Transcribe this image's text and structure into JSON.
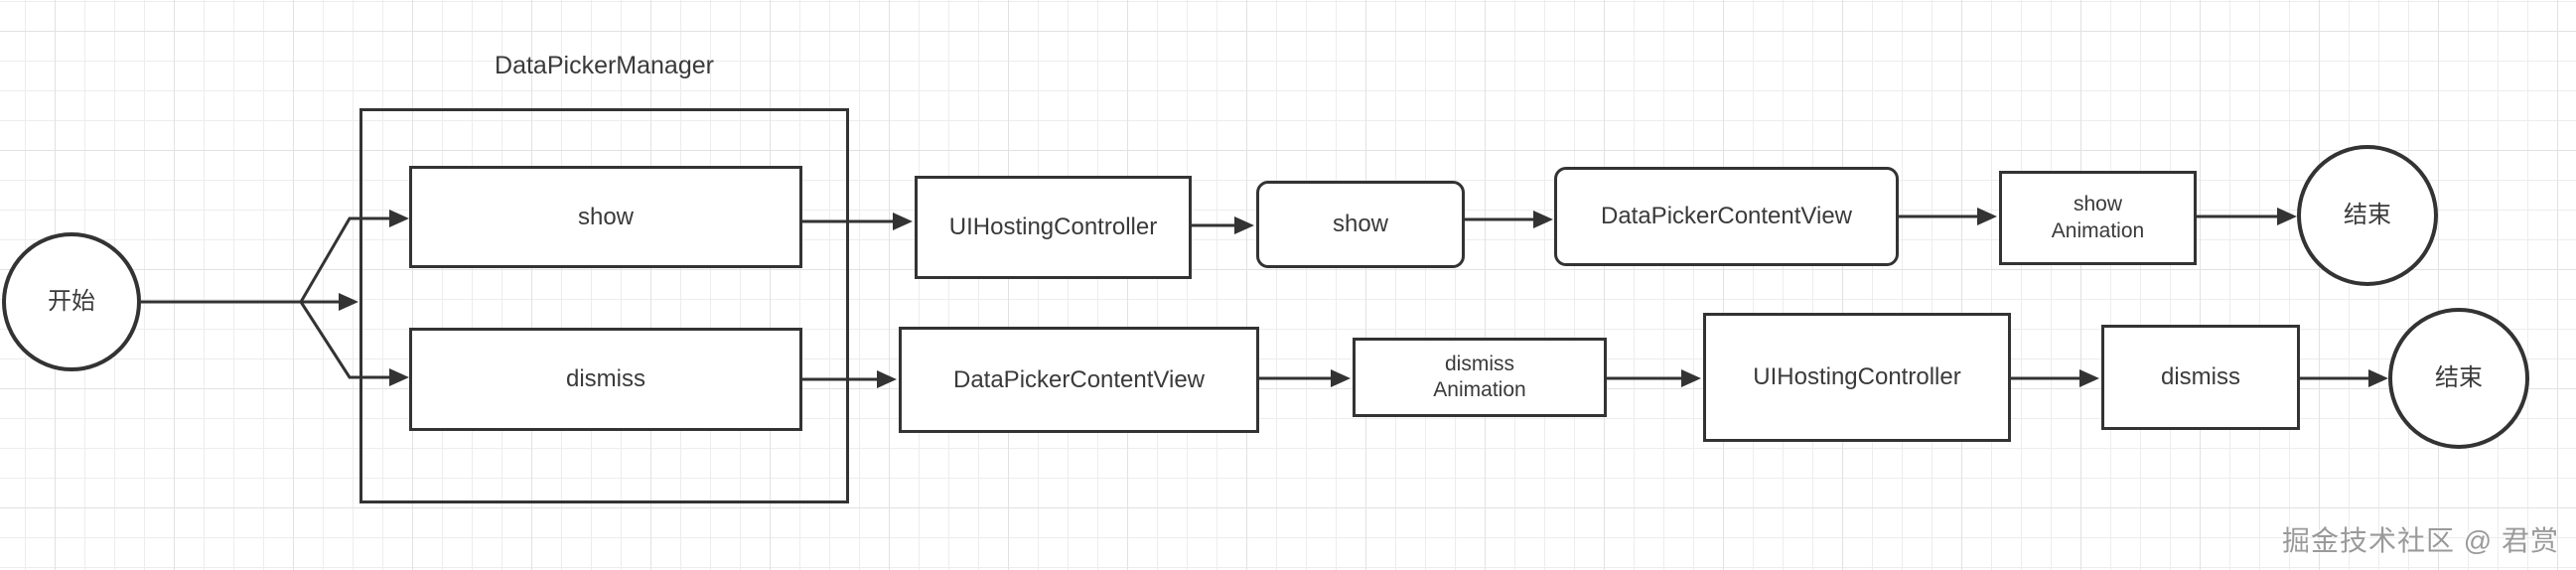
{
  "container": {
    "title": "DataPickerManager"
  },
  "nodes": {
    "start": "开始",
    "show_method": "show",
    "dismiss_method": "dismiss",
    "uihosting_top": "UIHostingController",
    "show_call": "show",
    "contentview_top": "DataPickerContentView",
    "show_animation": "show\nAnimation",
    "end_top": "结束",
    "contentview_bottom": "DataPickerContentView",
    "dismiss_animation": "dismiss\nAnimation",
    "uihosting_bottom": "UIHostingController",
    "dismiss_call": "dismiss",
    "end_bottom": "结束"
  },
  "edges": [
    {
      "from": "start",
      "to": "branch"
    },
    {
      "from": "branch",
      "to": "show_method"
    },
    {
      "from": "branch",
      "to": "DataPickerManager"
    },
    {
      "from": "branch",
      "to": "dismiss_method"
    },
    {
      "from": "show_method",
      "to": "uihosting_top"
    },
    {
      "from": "uihosting_top",
      "to": "show_call"
    },
    {
      "from": "show_call",
      "to": "contentview_top"
    },
    {
      "from": "contentview_top",
      "to": "show_animation"
    },
    {
      "from": "show_animation",
      "to": "end_top"
    },
    {
      "from": "dismiss_method",
      "to": "contentview_bottom"
    },
    {
      "from": "contentview_bottom",
      "to": "dismiss_animation"
    },
    {
      "from": "dismiss_animation",
      "to": "uihosting_bottom"
    },
    {
      "from": "uihosting_bottom",
      "to": "dismiss_call"
    },
    {
      "from": "dismiss_call",
      "to": "end_bottom"
    }
  ],
  "watermark": "掘金技术社区 @ 君赏",
  "colors": {
    "stroke": "#333333",
    "text": "#3a3a3a",
    "grid_minor": "#ededed",
    "grid_major": "#e2e2e2",
    "watermark": "#9a9a9a",
    "background": "#ffffff"
  }
}
